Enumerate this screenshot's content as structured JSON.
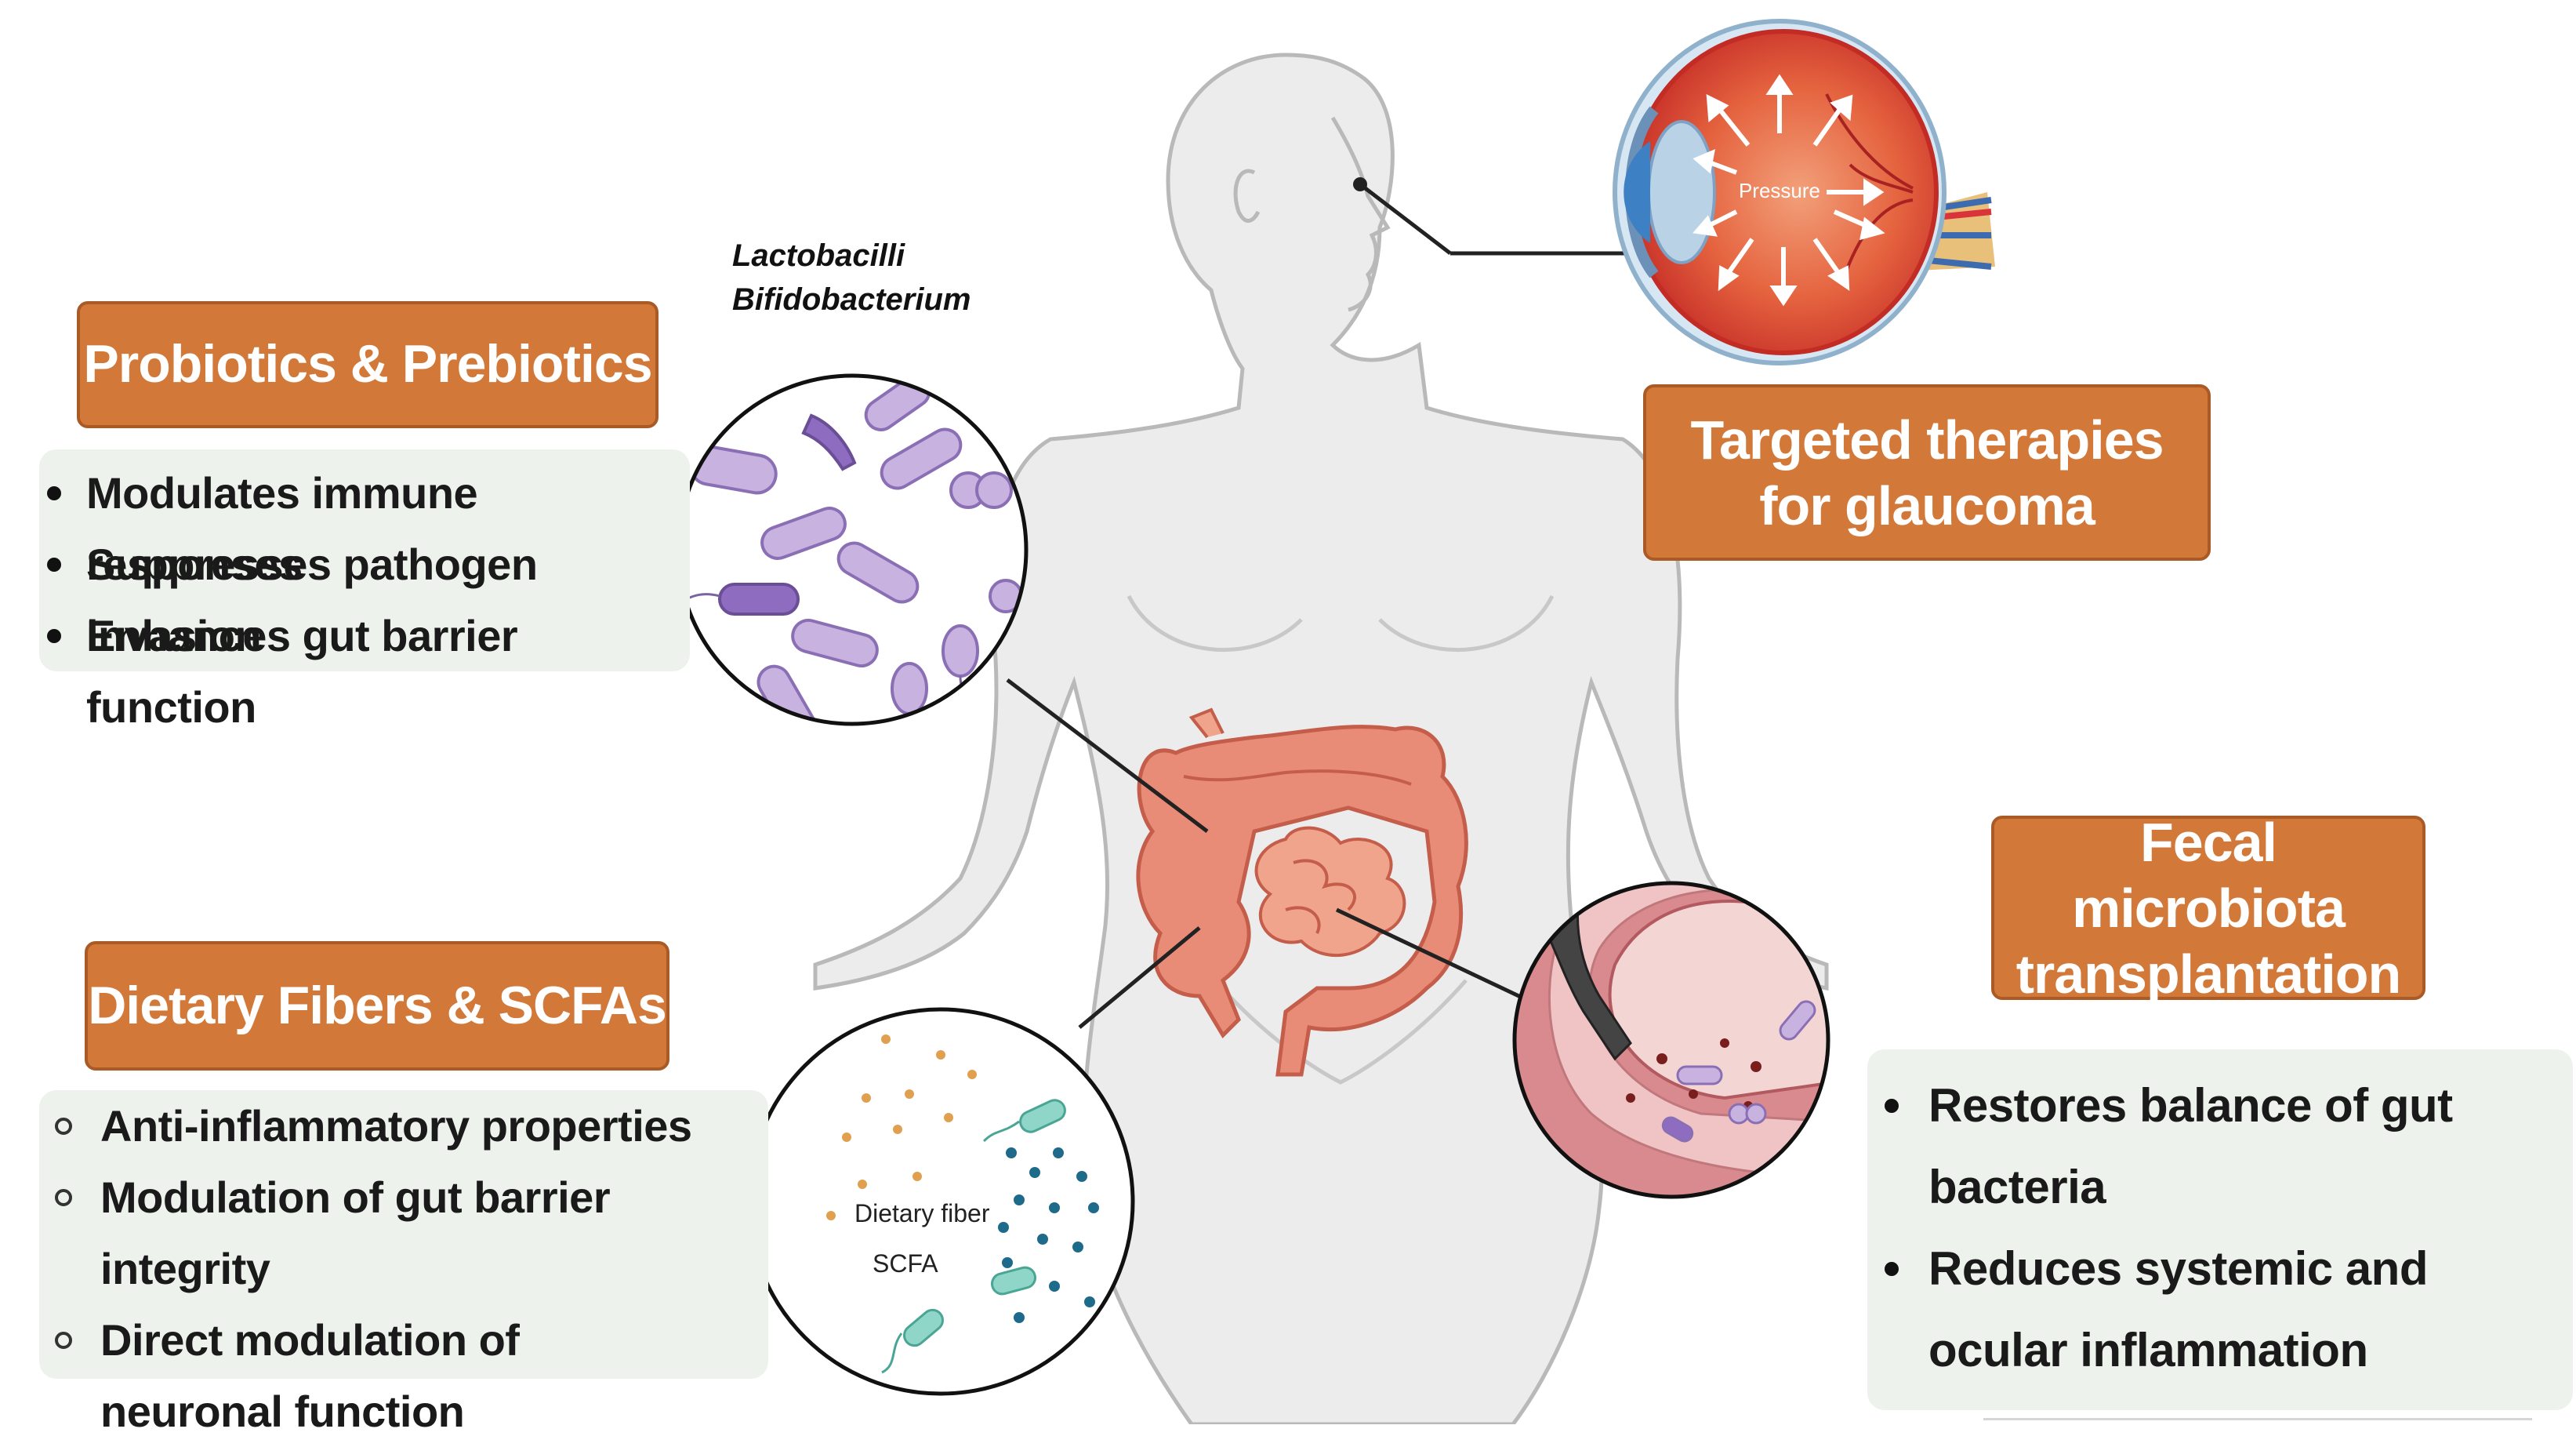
{
  "probiotics": {
    "title": "Probiotics & Prebiotics",
    "species": [
      "Lactobacilli",
      "Bifidobacterium"
    ],
    "items": [
      "Modulates immune responses",
      "Suppresses pathogen invasion",
      "Enhances gut barrier function"
    ]
  },
  "glaucoma": {
    "title": "Targeted therapies for glaucoma",
    "eye_label": "Pressure"
  },
  "dietary": {
    "title": "Dietary Fibers & SCFAs",
    "items": [
      "Anti-inflammatory properties",
      "Modulation of gut barrier integrity",
      "Direct modulation of neuronal function"
    ],
    "circle_labels": [
      "Dietary fiber",
      "SCFA"
    ]
  },
  "fmt": {
    "title": "Fecal microbiota transplantation",
    "items": [
      "Restores balance of gut bacteria",
      "Reduces systemic and ocular inflammation"
    ]
  },
  "colors": {
    "title_box": "#d27838",
    "title_border": "#a95a25",
    "panel": "#edf3ec",
    "body": "#ececec",
    "intestine": "#e88c78",
    "bacteria": "#c8b3e0"
  }
}
